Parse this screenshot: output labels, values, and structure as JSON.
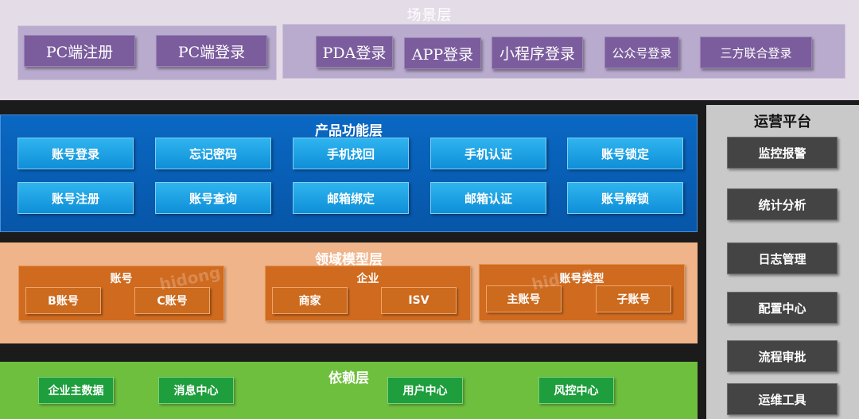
{
  "scene_layer": {
    "title": "场景层",
    "pc_buttons": [
      "PC端注册",
      "PC端登录"
    ],
    "login_buttons": [
      "PDA登录",
      "APP登录",
      "小程序登录",
      "公众号登录",
      "三方联合登录"
    ]
  },
  "product_layer": {
    "title": "产品功能层",
    "row1": [
      "账号登录",
      "忘记密码",
      "手机找回",
      "手机认证",
      "账号锁定"
    ],
    "row2": [
      "账号注册",
      "账号查询",
      "邮箱绑定",
      "邮箱认证",
      "账号解锁"
    ]
  },
  "domain_layer": {
    "title": "领域模型层",
    "watermark": "hidong",
    "groups": [
      {
        "title": "账号",
        "items": [
          "B账号",
          "C账号"
        ]
      },
      {
        "title": "企业",
        "items": [
          "商家",
          "ISV"
        ]
      },
      {
        "title": "账号类型",
        "items": [
          "主账号",
          "子账号"
        ]
      }
    ]
  },
  "dependency_layer": {
    "title": "依赖层",
    "items": [
      "企业主数据",
      "消息中心",
      "用户中心",
      "风控中心"
    ]
  },
  "ops_platform": {
    "title": "运营平台",
    "items": [
      "监控报警",
      "统计分析",
      "日志管理",
      "配置中心",
      "流程审批",
      "运维工具"
    ]
  },
  "colors": {
    "scene": "#b9abcd",
    "scene_button": "#7b5c9d",
    "product": "#0a68c3",
    "product_button": "#1ea6e8",
    "domain": "#f0b48a",
    "domain_group": "#cf6a1f",
    "dependency": "#6fbf3f",
    "dependency_button": "#1e9e3c",
    "ops": "#c9c9c9",
    "ops_button": "#444444"
  }
}
